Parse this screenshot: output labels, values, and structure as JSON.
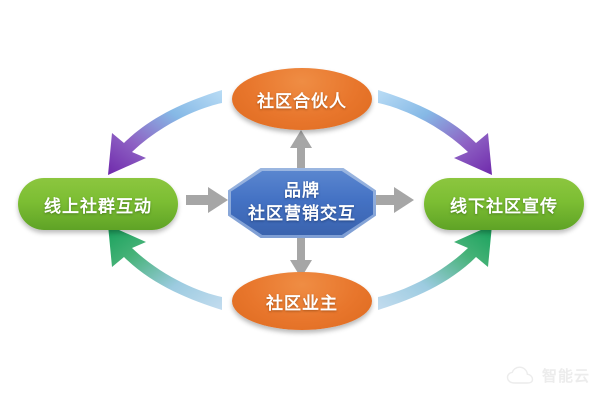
{
  "diagram": {
    "title_hidden": "",
    "nodes": {
      "center": {
        "line1": "品牌",
        "line2": "社区营销交互",
        "shape": "octagon",
        "color": "#4472C4",
        "text_color": "#FFFFFF"
      },
      "top": {
        "label": "社区合伙人",
        "shape": "ellipse",
        "color": "#E8762C",
        "text_color": "#FFFFFF"
      },
      "bottom": {
        "label": "社区业主",
        "shape": "ellipse",
        "color": "#E8762C",
        "text_color": "#FFFFFF"
      },
      "left": {
        "label": "线上社群互动",
        "shape": "rounded-rect",
        "color": "#7CBE33",
        "text_color": "#FFFFFF"
      },
      "right": {
        "label": "线下社区宣传",
        "shape": "rounded-rect",
        "color": "#7CBE33",
        "text_color": "#FFFFFF"
      }
    },
    "connectors": {
      "center_to_left": {
        "direction": "left",
        "color": "#A6A6A6",
        "style": "straight"
      },
      "center_to_right": {
        "direction": "right",
        "color": "#A6A6A6",
        "style": "straight"
      },
      "center_to_top": {
        "direction": "up",
        "color": "#A6A6A6",
        "style": "straight"
      },
      "center_to_bottom": {
        "direction": "down",
        "color": "#A6A6A6",
        "style": "straight"
      },
      "top_to_left": {
        "direction": "down-left",
        "color_from": "#7FB8E8",
        "color_to": "#7B35B5",
        "style": "curved"
      },
      "top_to_right": {
        "direction": "down-right",
        "color_from": "#7FB8E8",
        "color_to": "#7B35B5",
        "style": "curved"
      },
      "bottom_to_left": {
        "direction": "up-left",
        "color_from": "#A8CBE6",
        "color_to": "#22A05A",
        "style": "curved"
      },
      "bottom_to_right": {
        "direction": "up-right",
        "color_from": "#A8CBE6",
        "color_to": "#22A05A",
        "style": "curved"
      }
    }
  },
  "watermark": {
    "text": "智能云",
    "icon": "cloud-icon"
  }
}
